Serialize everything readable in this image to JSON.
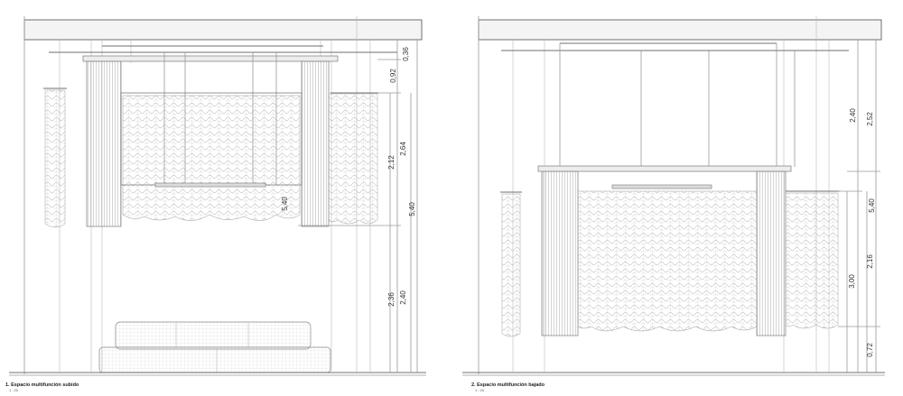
{
  "left_view": {
    "caption": "1. Espacio multifunción subido",
    "scale": "1 : 20",
    "dims": {
      "d036": "0,36",
      "d092": "0,92",
      "d264": "2,64",
      "d212": "2,12",
      "d540a": "5,40",
      "d540b": "5,40",
      "d236": "2,36",
      "d240": "2,40"
    }
  },
  "right_view": {
    "caption": "2. Espacio multifunción bajado",
    "scale": "1 : 20",
    "dims": {
      "d240": "2,40",
      "d252": "2,52",
      "d540": "5,40",
      "d216": "2,16",
      "d300": "3,00",
      "d072": "0,72"
    }
  }
}
